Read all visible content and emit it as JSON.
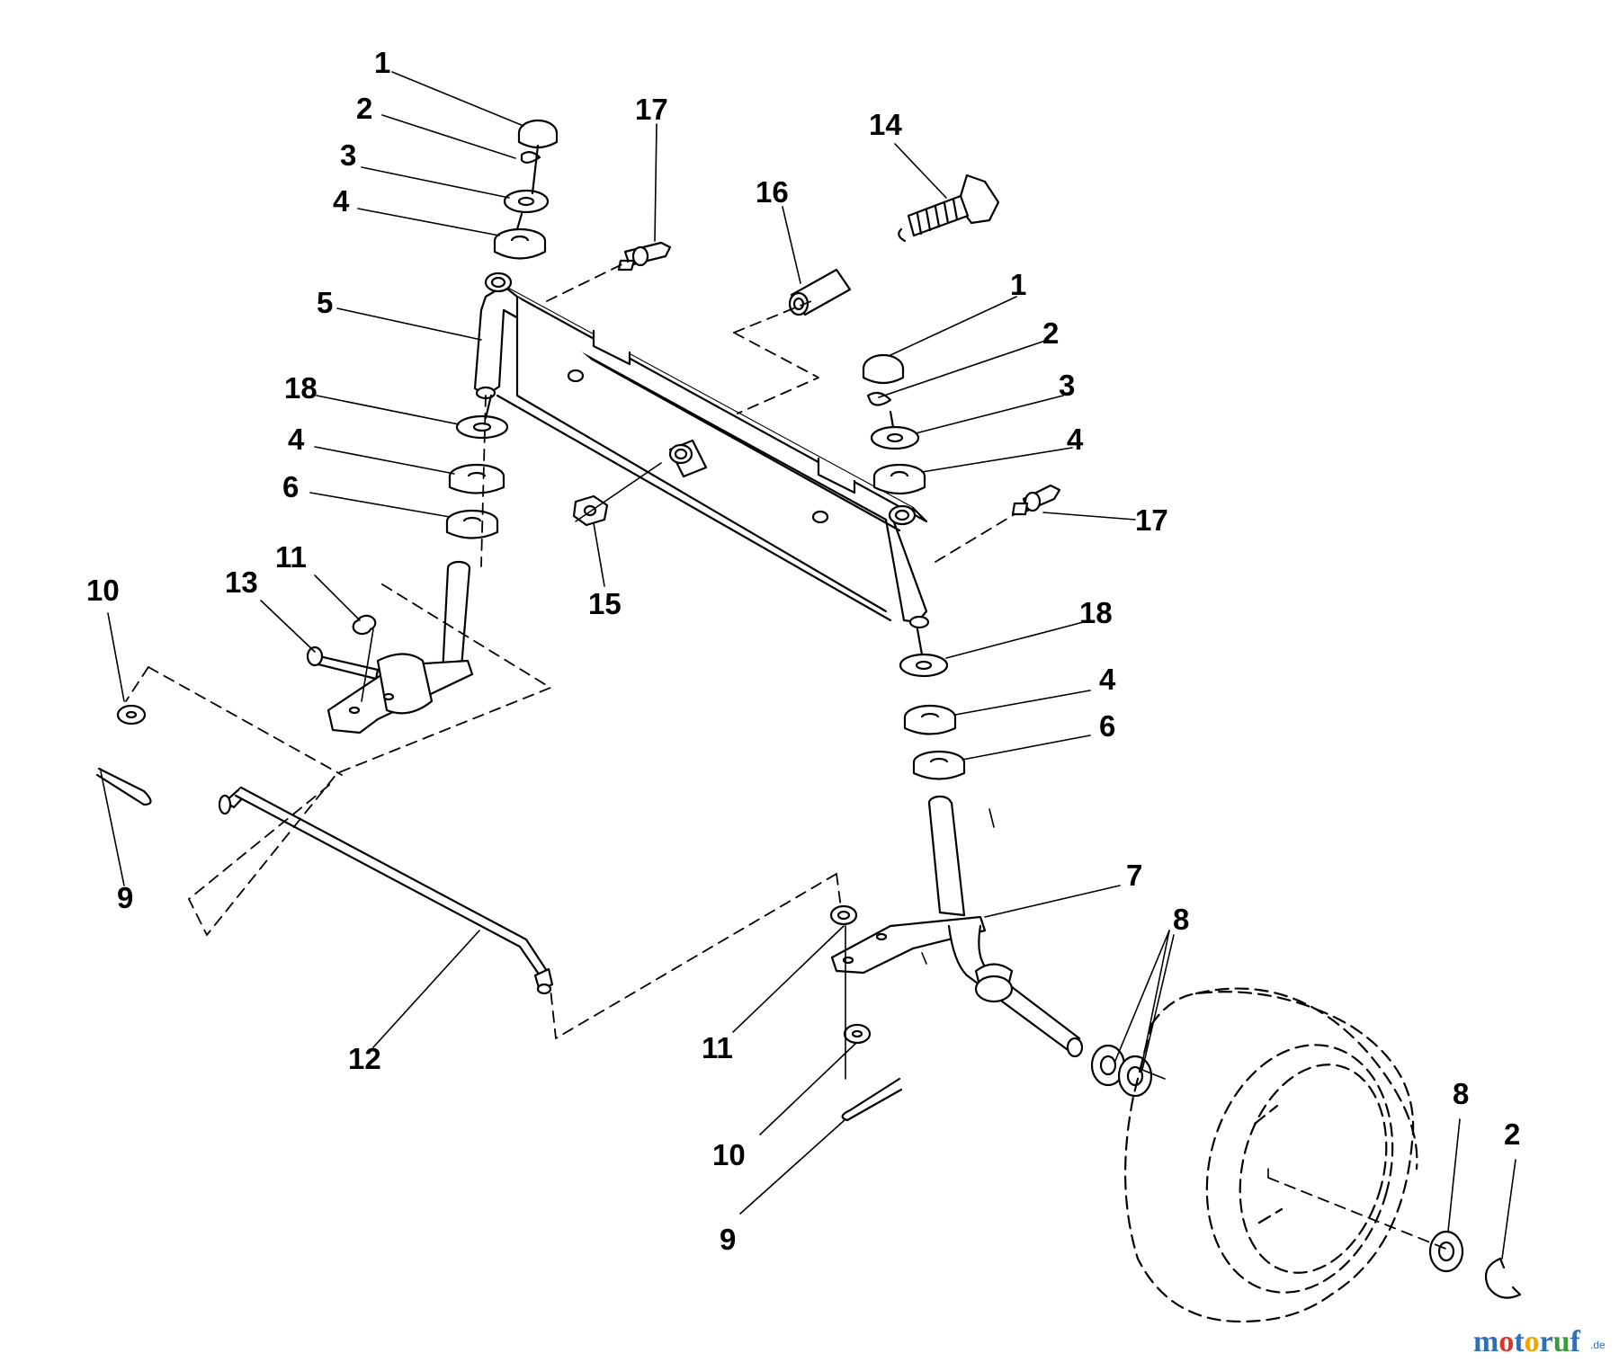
{
  "diagram": {
    "callouts": [
      "1",
      "2",
      "3",
      "4",
      "5",
      "18",
      "4",
      "6",
      "11",
      "13",
      "10",
      "9",
      "17",
      "16",
      "14",
      "15",
      "1",
      "2",
      "3",
      "4",
      "17",
      "18",
      "4",
      "6",
      "7",
      "8",
      "11",
      "10",
      "9",
      "12",
      "8",
      "2"
    ]
  },
  "watermark": {
    "brand_parts": [
      "m",
      "o",
      "t",
      "o",
      "r",
      "u",
      "f"
    ],
    "brand_colors": [
      "#2e6fb5",
      "#d9362f",
      "#2e6fb5",
      "#f0a400",
      "#2e6fb5",
      "#3a9a3a",
      "#2e6fb5"
    ],
    "domain": ".de"
  }
}
